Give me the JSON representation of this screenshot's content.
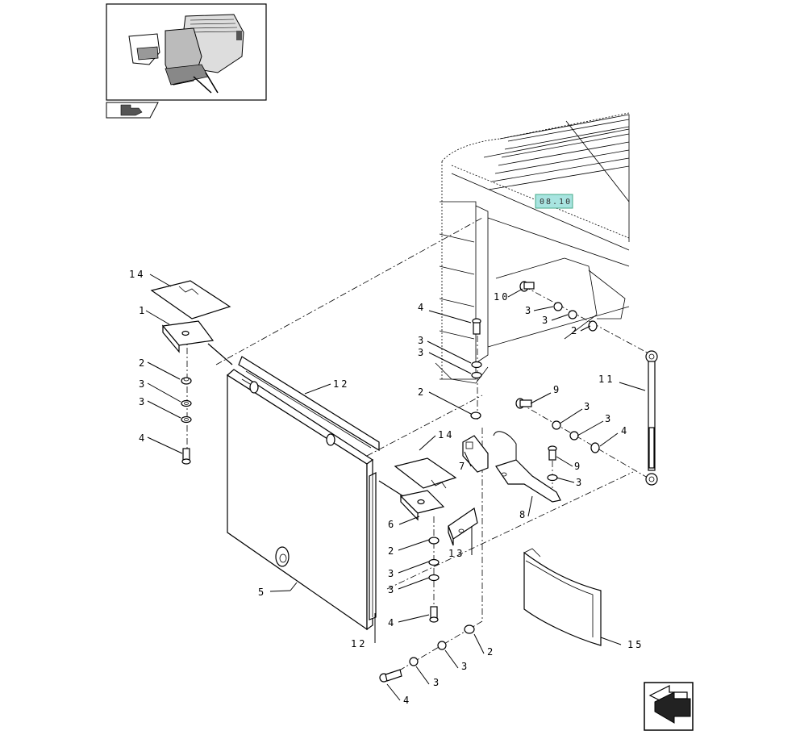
{
  "reference_badge": {
    "label": "08.10",
    "color": "#a8e4e0"
  },
  "callouts": [
    {
      "id": "c14a",
      "text": "14"
    },
    {
      "id": "c1",
      "text": "1"
    },
    {
      "id": "c2a",
      "text": "2"
    },
    {
      "id": "c3a",
      "text": "3"
    },
    {
      "id": "c3b",
      "text": "3"
    },
    {
      "id": "c4a",
      "text": "4"
    },
    {
      "id": "c12a",
      "text": "12"
    },
    {
      "id": "c5",
      "text": "5"
    },
    {
      "id": "c14b",
      "text": "14"
    },
    {
      "id": "c6",
      "text": "6"
    },
    {
      "id": "c2b",
      "text": "2"
    },
    {
      "id": "c3c",
      "text": "3"
    },
    {
      "id": "c3d",
      "text": "3"
    },
    {
      "id": "c4b",
      "text": "4"
    },
    {
      "id": "c12b",
      "text": "12"
    },
    {
      "id": "c4c",
      "text": "4"
    },
    {
      "id": "c3e",
      "text": "3"
    },
    {
      "id": "c3f",
      "text": "3"
    },
    {
      "id": "c2c",
      "text": "2"
    },
    {
      "id": "c7",
      "text": "7"
    },
    {
      "id": "c10",
      "text": "10"
    },
    {
      "id": "c3g",
      "text": "3"
    },
    {
      "id": "c3h",
      "text": "3"
    },
    {
      "id": "c2d",
      "text": "2"
    },
    {
      "id": "c11",
      "text": "11"
    },
    {
      "id": "c9a",
      "text": "9"
    },
    {
      "id": "c3i",
      "text": "3"
    },
    {
      "id": "c3j",
      "text": "3"
    },
    {
      "id": "c4d",
      "text": "4"
    },
    {
      "id": "c9b",
      "text": "9"
    },
    {
      "id": "c3k",
      "text": "3"
    },
    {
      "id": "c8",
      "text": "8"
    },
    {
      "id": "c13",
      "text": "13"
    },
    {
      "id": "c15",
      "text": "15"
    },
    {
      "id": "c2e",
      "text": "2"
    },
    {
      "id": "c3l",
      "text": "3"
    },
    {
      "id": "c3m",
      "text": "3"
    },
    {
      "id": "c4e",
      "text": "4"
    }
  ],
  "icons": {
    "thumbnail": "machine-overview-icon",
    "nav": "book-arrow-icon",
    "next": "next-page-arrow-icon"
  }
}
